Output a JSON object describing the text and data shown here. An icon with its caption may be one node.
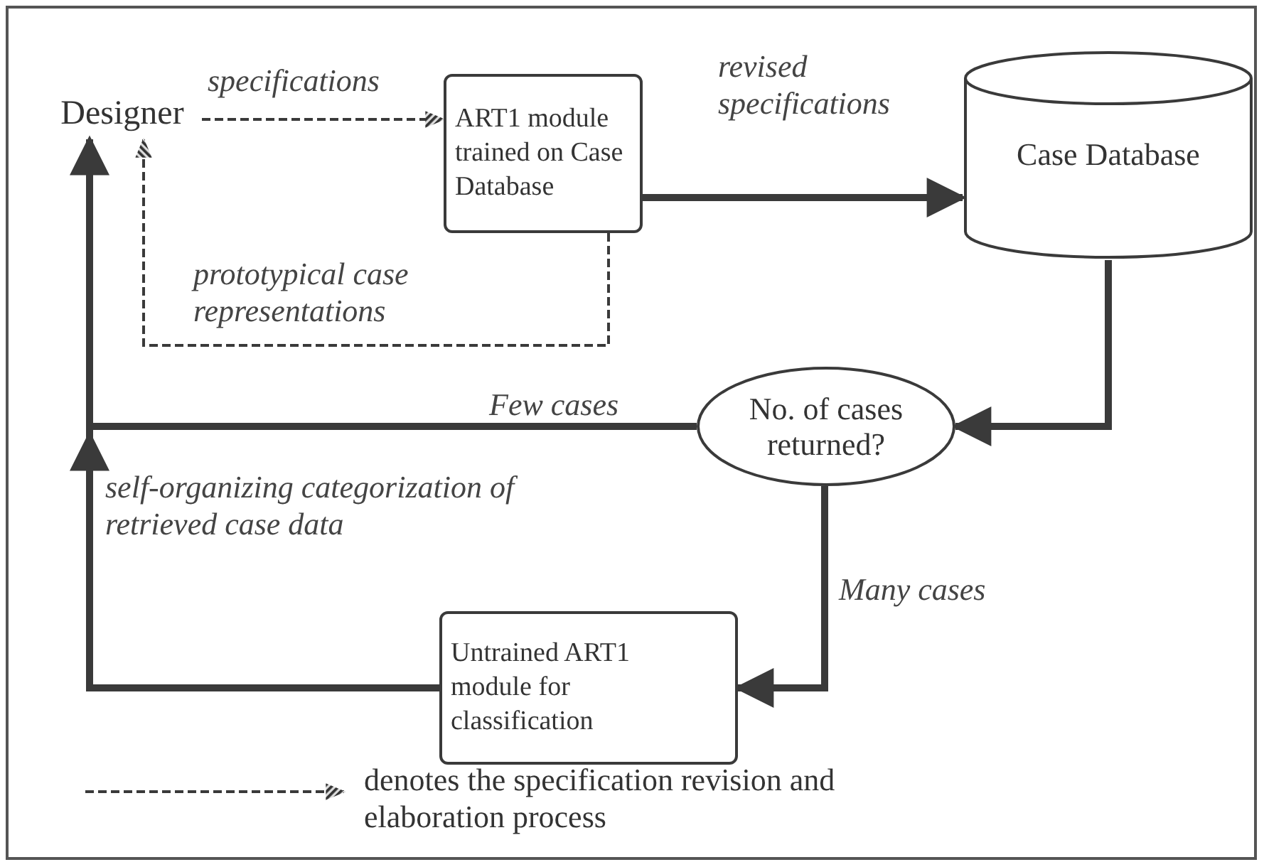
{
  "diagram": {
    "nodes": [
      {
        "text": [
          "Designer"
        ]
      },
      {
        "text": [
          "ART1 module trained on Case Database"
        ]
      },
      {
        "text": [
          "Case Database"
        ]
      },
      {
        "text": [
          "No. of cases returned?"
        ]
      },
      {
        "text": [
          "Untrained ART1 module for classification"
        ]
      }
    ],
    "edges": [
      {
        "from": 0,
        "to": 1,
        "arrow": "to",
        "label": "specifications",
        "style": "dashed"
      },
      {
        "from": 1,
        "to": 0,
        "arrow": "to",
        "label": "prototypical case representations",
        "style": "dashed"
      },
      {
        "from": 1,
        "to": 2,
        "arrow": "to",
        "label": "revised specifications"
      },
      {
        "from": 2,
        "to": 3,
        "arrow": "to"
      },
      {
        "from": 3,
        "to": 0,
        "arrow": "to",
        "label": "Few cases"
      },
      {
        "from": 3,
        "to": 4,
        "arrow": "to",
        "label": "Many cases"
      },
      {
        "from": 4,
        "to": 0,
        "arrow": "to",
        "label": "self-organizing categorization of retrieved case data"
      }
    ],
    "legend": [
      {
        "text": "denotes the specification revision and elaboration process"
      }
    ]
  }
}
